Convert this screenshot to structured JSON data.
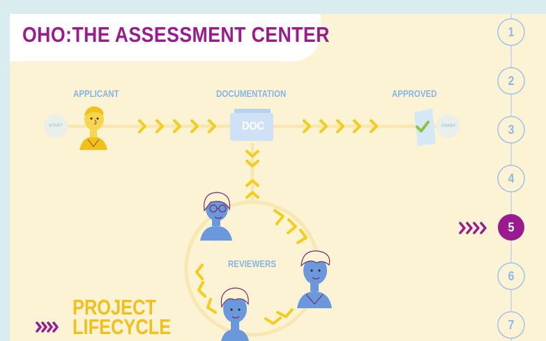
{
  "title": "OHO:THE ASSESSMENT CENTER",
  "flow": {
    "start_label": "START",
    "finish_label": "FINISH",
    "applicant_label": "APPLICANT",
    "documentation_label": "DOCUMENTATION",
    "doc_label": "DOC",
    "approved_label": "APPROVED",
    "reviewers_label": "REVIEWERS"
  },
  "lifecycle": {
    "line1": "PROJECT",
    "line2": "LIFECYCLE"
  },
  "steps": [
    "1",
    "2",
    "3",
    "4",
    "5",
    "6",
    "7"
  ],
  "active_step": "5",
  "colors": {
    "background": "#fbf3d3",
    "accent_purple": "#9b1b8e",
    "arrow_yellow": "#f5cd19",
    "light_blue": "#86b5e4",
    "person_blue": "#6a98dd"
  }
}
